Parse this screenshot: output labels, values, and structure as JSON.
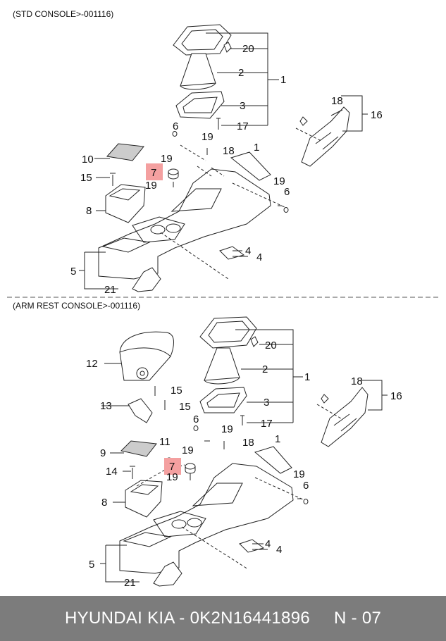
{
  "sections": [
    {
      "title": "(STD CONSOLE>-001116)",
      "callouts": [
        "20",
        "2",
        "1",
        "3",
        "17",
        "6",
        "19",
        "18",
        "19",
        "19",
        "1",
        "19",
        "6",
        "18",
        "16",
        "10",
        "15",
        "7",
        "8",
        "4",
        "4",
        "5",
        "21"
      ]
    },
    {
      "title": "(ARM REST CONSOLE>-001116)",
      "callouts": [
        "20",
        "2",
        "1",
        "3",
        "17",
        "12",
        "15",
        "13",
        "15",
        "6",
        "19",
        "18",
        "19",
        "1",
        "19",
        "6",
        "18",
        "16",
        "11",
        "9",
        "7",
        "14",
        "19",
        "8",
        "4",
        "4",
        "5",
        "21"
      ]
    }
  ],
  "highlight_color": "#f4a0a0",
  "footer": {
    "brand": "HYUNDAI  KIA - 0K2N16441896",
    "page": "N - 07"
  }
}
